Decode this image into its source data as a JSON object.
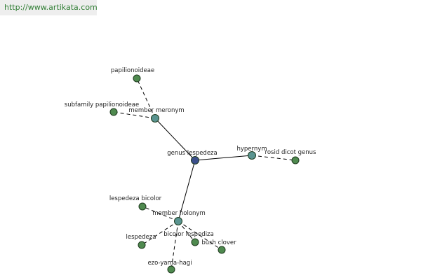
{
  "watermark": {
    "text": "http://www.artikata.com",
    "color": "#2e7d32"
  },
  "colors": {
    "center": "#3b4f8c",
    "relation": "#5a9490",
    "leaf": "#4f8a4f",
    "edge": "#000000"
  },
  "graph": {
    "nodes": [
      {
        "id": "genus-lespedeza",
        "label": "genus lespedeza",
        "kind": "center"
      },
      {
        "id": "member-meronym",
        "label": "member meronym",
        "kind": "relation"
      },
      {
        "id": "hypernym",
        "label": "hypernym",
        "kind": "relation"
      },
      {
        "id": "member-holonym",
        "label": "member holonym",
        "kind": "relation"
      },
      {
        "id": "papilionoideae",
        "label": "papilionoideae",
        "kind": "leaf"
      },
      {
        "id": "subfamily-papilionoideae",
        "label": "subfamily papilionoideae",
        "kind": "leaf"
      },
      {
        "id": "rosid-dicot-genus",
        "label": "rosid dicot genus",
        "kind": "leaf"
      },
      {
        "id": "lespedeza-bicolor",
        "label": "lespedeza bicolor",
        "kind": "leaf"
      },
      {
        "id": "lespedeza",
        "label": "lespedeza",
        "kind": "leaf"
      },
      {
        "id": "bicolor-lespediza",
        "label": "bicolor lespediza",
        "kind": "leaf"
      },
      {
        "id": "bush-clover",
        "label": "bush clover",
        "kind": "leaf"
      },
      {
        "id": "ezo-yama-hagi",
        "label": "ezo-yama-hagi",
        "kind": "leaf"
      }
    ],
    "edges": [
      {
        "from": "genus-lespedeza",
        "to": "member-meronym",
        "style": "solid"
      },
      {
        "from": "genus-lespedeza",
        "to": "hypernym",
        "style": "solid"
      },
      {
        "from": "genus-lespedeza",
        "to": "member-holonym",
        "style": "solid"
      },
      {
        "from": "member-meronym",
        "to": "papilionoideae",
        "style": "dashed"
      },
      {
        "from": "member-meronym",
        "to": "subfamily-papilionoideae",
        "style": "dashed"
      },
      {
        "from": "hypernym",
        "to": "rosid-dicot-genus",
        "style": "dashed"
      },
      {
        "from": "member-holonym",
        "to": "lespedeza-bicolor",
        "style": "dashed"
      },
      {
        "from": "member-holonym",
        "to": "lespedeza",
        "style": "dashed"
      },
      {
        "from": "member-holonym",
        "to": "bicolor-lespediza",
        "style": "dashed"
      },
      {
        "from": "member-holonym",
        "to": "bush-clover",
        "style": "dashed"
      },
      {
        "from": "member-holonym",
        "to": "ezo-yama-hagi",
        "style": "dashed"
      }
    ]
  }
}
